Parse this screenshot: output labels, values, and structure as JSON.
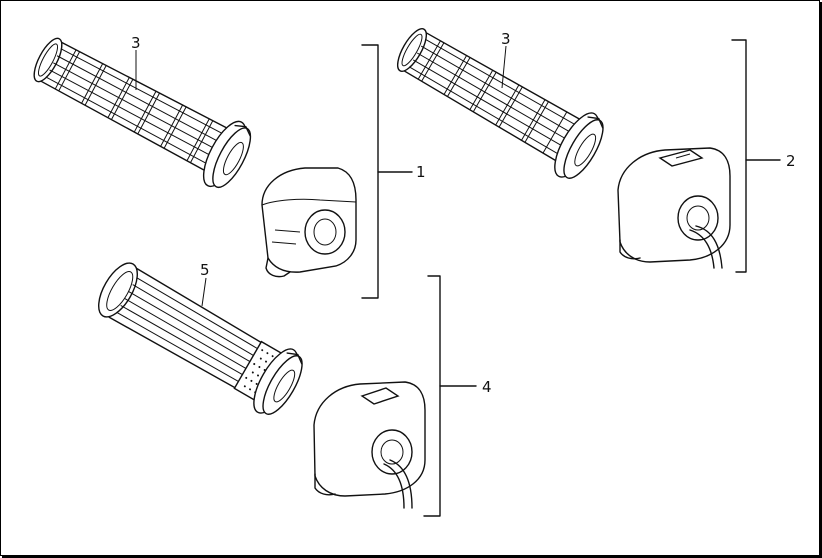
{
  "callouts": {
    "grip_top_left": "3",
    "grip_top_right": "3",
    "grip_bottom": "5",
    "bracket_left": "1",
    "bracket_right": "2",
    "bracket_bottom": "4"
  },
  "colors": {
    "ink": "#111111",
    "paper": "#ffffff"
  }
}
